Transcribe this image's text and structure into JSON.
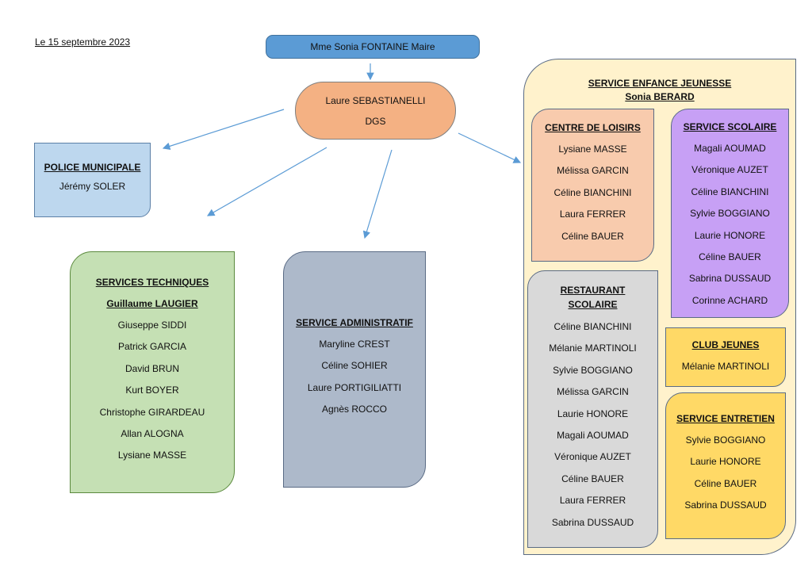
{
  "date": "Le 15 septembre 2023",
  "mayor": "Mme Sonia FONTAINE Maire",
  "dgs": {
    "name": "Laure SEBASTIANELLI",
    "role": "DGS"
  },
  "police": {
    "title": "POLICE MUNICIPALE",
    "members": [
      "Jérémy SOLER"
    ]
  },
  "technique": {
    "title": "SERVICES TECHNIQUES",
    "chief": "Guillaume LAUGIER",
    "members": [
      "Giuseppe SIDDI",
      "Patrick GARCIA",
      "David BRUN",
      "Kurt BOYER",
      "Christophe GIRARDEAU",
      "Allan ALOGNA",
      "Lysiane MASSE"
    ]
  },
  "admin": {
    "title": "SERVICE ADMINISTRATIF",
    "members": [
      "Maryline CREST",
      "Céline SOHIER",
      "Laure PORTIGILIATTI",
      "Agnès ROCCO"
    ]
  },
  "enfance": {
    "title": "SERVICE ENFANCE JEUNESSE",
    "chief": "Sonia BERARD",
    "centre": {
      "title": "CENTRE DE LOISIRS",
      "members": [
        "Lysiane MASSE",
        "Mélissa GARCIN",
        "Céline BIANCHINI",
        "Laura FERRER",
        "Céline BAUER"
      ]
    },
    "scolaire": {
      "title": "SERVICE SCOLAIRE",
      "members": [
        "Magali AOUMAD",
        "Véronique AUZET",
        "Céline BIANCHINI",
        "Sylvie BOGGIANO",
        "Laurie HONORE",
        "Céline BAUER",
        "Sabrina DUSSAUD",
        "Corinne ACHARD"
      ]
    },
    "restaurant": {
      "title_line1": "RESTAURANT",
      "title_line2": "SCOLAIRE",
      "members": [
        "Céline BIANCHINI",
        "Mélanie MARTINOLI",
        "Sylvie BOGGIANO",
        "Mélissa GARCIN",
        "Laurie HONORE",
        "Magali AOUMAD",
        "Véronique AUZET",
        "Céline BAUER",
        "Laura FERRER",
        "Sabrina DUSSAUD"
      ]
    },
    "club": {
      "title": "CLUB JEUNES",
      "members": [
        "Mélanie MARTINOLI"
      ]
    },
    "entretien": {
      "title": "SERVICE ENTRETIEN",
      "members": [
        "Sylvie BOGGIANO",
        "Laurie HONORE",
        "Céline BAUER",
        "Sabrina DUSSAUD"
      ]
    }
  },
  "colors": {
    "arrow": "#5b9bd5"
  }
}
